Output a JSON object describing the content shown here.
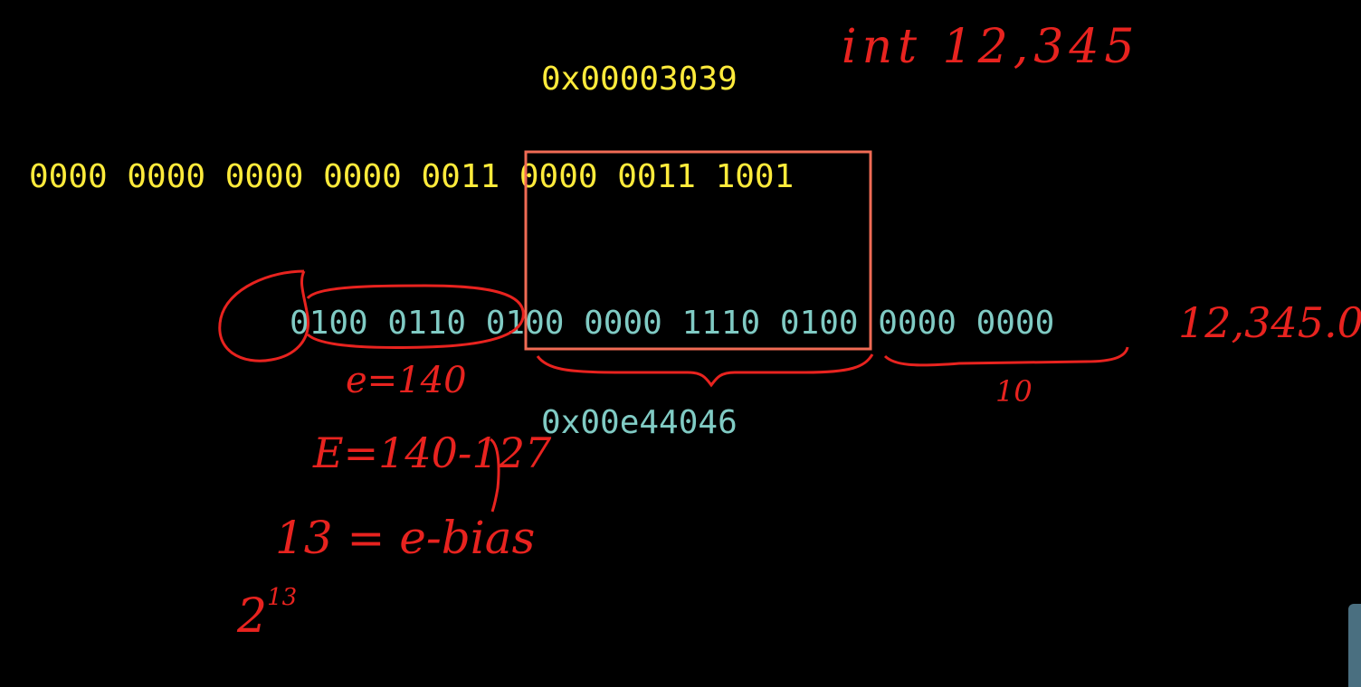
{
  "hex_int": "0x00003039",
  "binary_int": "0000 0000 0000 0000 0011 0000 0011 1001",
  "binary_float": "0100 0110 0100 0000 1110 0100 0000 0000",
  "hex_float": "0x00e44046",
  "annotations": {
    "int_value": "int 12,345",
    "float_value": "12,345.0",
    "exponent_field": "e=140",
    "exponent_calc": "E=140-127",
    "bias_formula": "13 = e-bias",
    "power_base": "2",
    "power_exp": "13",
    "count_label": "10"
  },
  "colors": {
    "background": "#000000",
    "int_text": "#ffeb3b",
    "float_text": "#80cbc4",
    "highlight_box": "#f06b55",
    "handwriting": "#e8231f"
  }
}
